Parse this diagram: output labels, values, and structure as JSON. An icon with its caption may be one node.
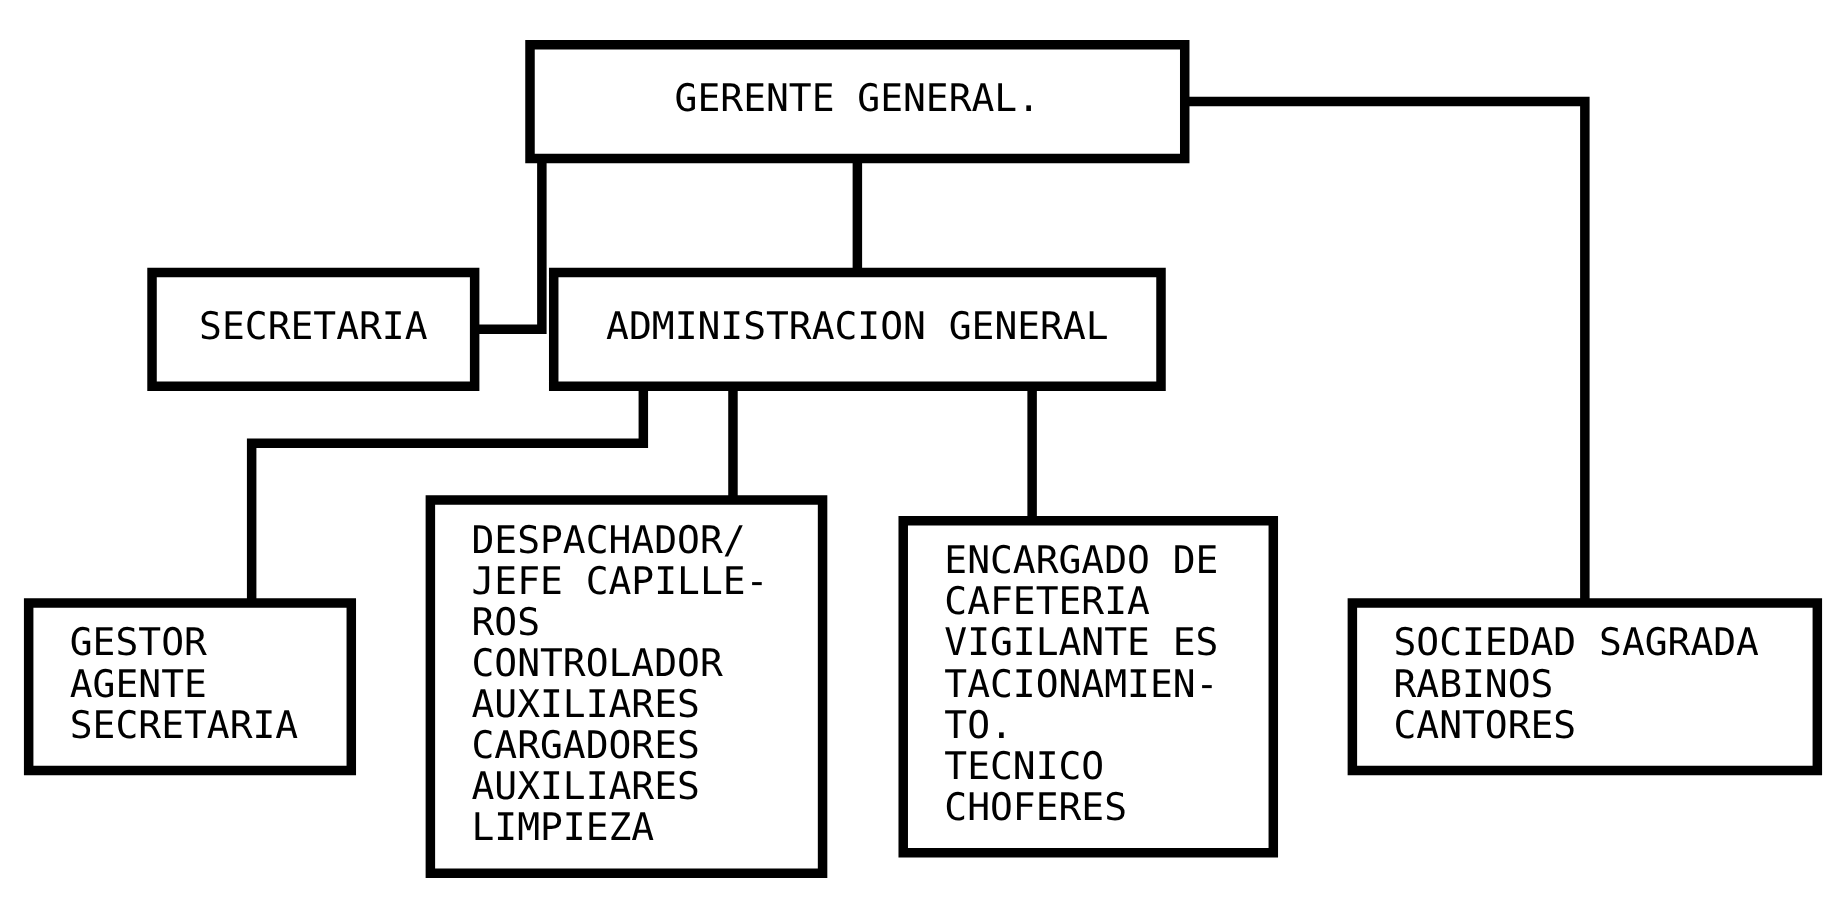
{
  "diagram": {
    "nodes": [
      {
        "text": [
          "GERENTE GENERAL."
        ]
      },
      {
        "text": [
          "SECRETARIA"
        ]
      },
      {
        "text": [
          "ADMINISTRACION GENERAL"
        ]
      },
      {
        "text": [
          "SOCIEDAD SAGRADA",
          "RABINOS",
          "CANTORES"
        ]
      },
      {
        "text": [
          "GESTOR",
          "AGENTE",
          "SECRETARIA"
        ]
      },
      {
        "text": [
          "DESPACHADOR/",
          "JEFE CAPILLE-",
          "ROS",
          "CONTROLADOR",
          "AUXILIARES",
          "CARGADORES",
          "AUXILIARES",
          "LIMPIEZA"
        ]
      },
      {
        "text": [
          "ENCARGADO DE",
          "CAFETERIA",
          "VIGILANTE ES",
          "TACIONAMIEN-",
          "TO.",
          "TECNICO",
          "CHOFERES"
        ]
      }
    ],
    "edges": [
      {
        "from": 0,
        "to": 3,
        "arrow": "none"
      },
      {
        "from": 0,
        "to": 1,
        "arrow": "none"
      },
      {
        "from": 0,
        "to": 2,
        "arrow": "none"
      },
      {
        "from": 2,
        "to": 4,
        "arrow": "none"
      },
      {
        "from": 2,
        "to": 5,
        "arrow": "none"
      },
      {
        "from": 2,
        "to": 6,
        "arrow": "none"
      }
    ]
  }
}
